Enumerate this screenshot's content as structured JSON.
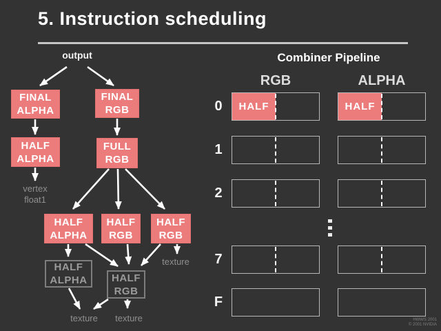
{
  "slide": {
    "title": "5. Instruction scheduling",
    "footer_line1": "HWWS 2001",
    "footer_line2": "© 2001 NVIDIA"
  },
  "colors": {
    "background": "#333333",
    "active_box": "#ec7c7c",
    "ghost_border": "#7d7d7d",
    "muted_text": "#8f8f8f",
    "rule": "#c6c6c6"
  },
  "diagram": {
    "output_label": "output",
    "nodes": [
      {
        "id": "final-alpha",
        "label": "FINAL\nALPHA",
        "kind": "active"
      },
      {
        "id": "final-rgb",
        "label": "FINAL\nRGB",
        "kind": "active"
      },
      {
        "id": "half-alpha",
        "label": "HALF\nALPHA",
        "kind": "active"
      },
      {
        "id": "full-rgb",
        "label": "FULL\nRGB",
        "kind": "active"
      },
      {
        "id": "half-alpha-2",
        "label": "HALF\nALPHA",
        "kind": "active"
      },
      {
        "id": "half-rgb-2",
        "label": "HALF\nRGB",
        "kind": "active"
      },
      {
        "id": "half-rgb-3",
        "label": "HALF\nRGB",
        "kind": "active"
      },
      {
        "id": "half-alpha-out",
        "label": "HALF\nALPHA",
        "kind": "ghost"
      },
      {
        "id": "half-rgb-out",
        "label": "HALF\nRGB",
        "kind": "ghost"
      }
    ],
    "vertex_label": "vertex\nfloat1",
    "texture_labels": [
      "texture",
      "texture",
      "texture"
    ]
  },
  "pipeline": {
    "title": "Combiner Pipeline",
    "columns": [
      "RGB",
      "ALPHA"
    ],
    "rows": [
      {
        "label": "0",
        "rgb_fill": "HALF",
        "alpha_fill": "HALF",
        "divider": true
      },
      {
        "label": "1",
        "divider": true
      },
      {
        "label": "2",
        "divider": true
      },
      {
        "label": "7",
        "divider": true
      },
      {
        "label": "F",
        "divider": false
      }
    ]
  }
}
